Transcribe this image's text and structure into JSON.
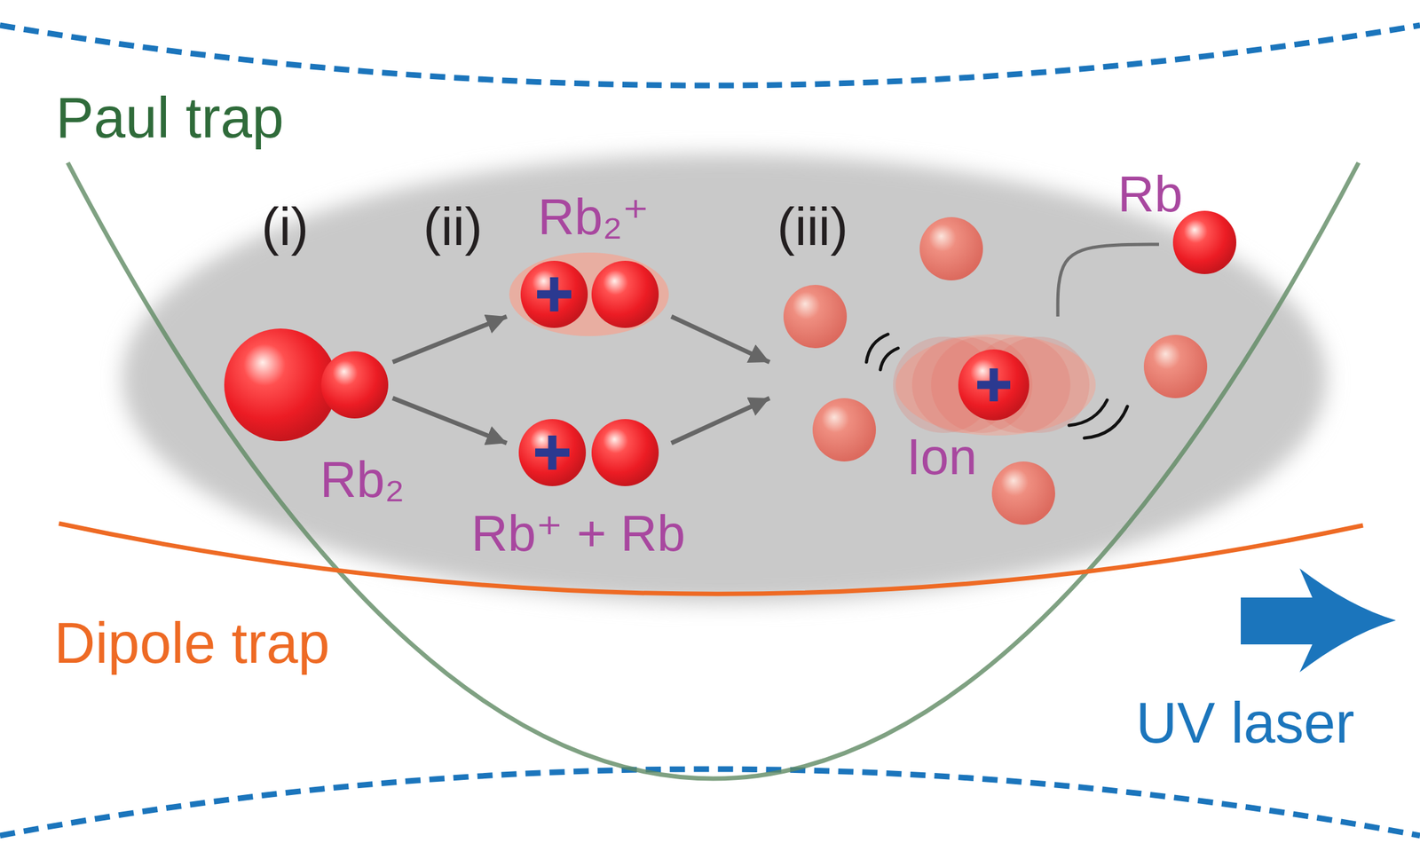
{
  "diagram": {
    "nodes": [
      {
        "text": [
          "Rb₂"
        ]
      },
      {
        "text": [
          "Rb₂⁺"
        ]
      },
      {
        "text": [
          "Rb⁺ + Rb"
        ]
      },
      {
        "text": [
          "Ion"
        ]
      },
      {
        "text": [
          "Rb"
        ]
      }
    ],
    "edges": [
      {
        "from": 0,
        "to": 1,
        "arrow": "to"
      },
      {
        "from": 0,
        "to": 2,
        "arrow": "to"
      },
      {
        "from": 1,
        "to": 3,
        "arrow": "to"
      },
      {
        "from": 2,
        "to": 3,
        "arrow": "to"
      },
      {
        "from": 3,
        "to": 4,
        "arrow": "none"
      }
    ],
    "labels": [
      "Paul trap",
      "(i)",
      "(ii)",
      "(iii)",
      "Dipole trap",
      "UV laser"
    ]
  }
}
